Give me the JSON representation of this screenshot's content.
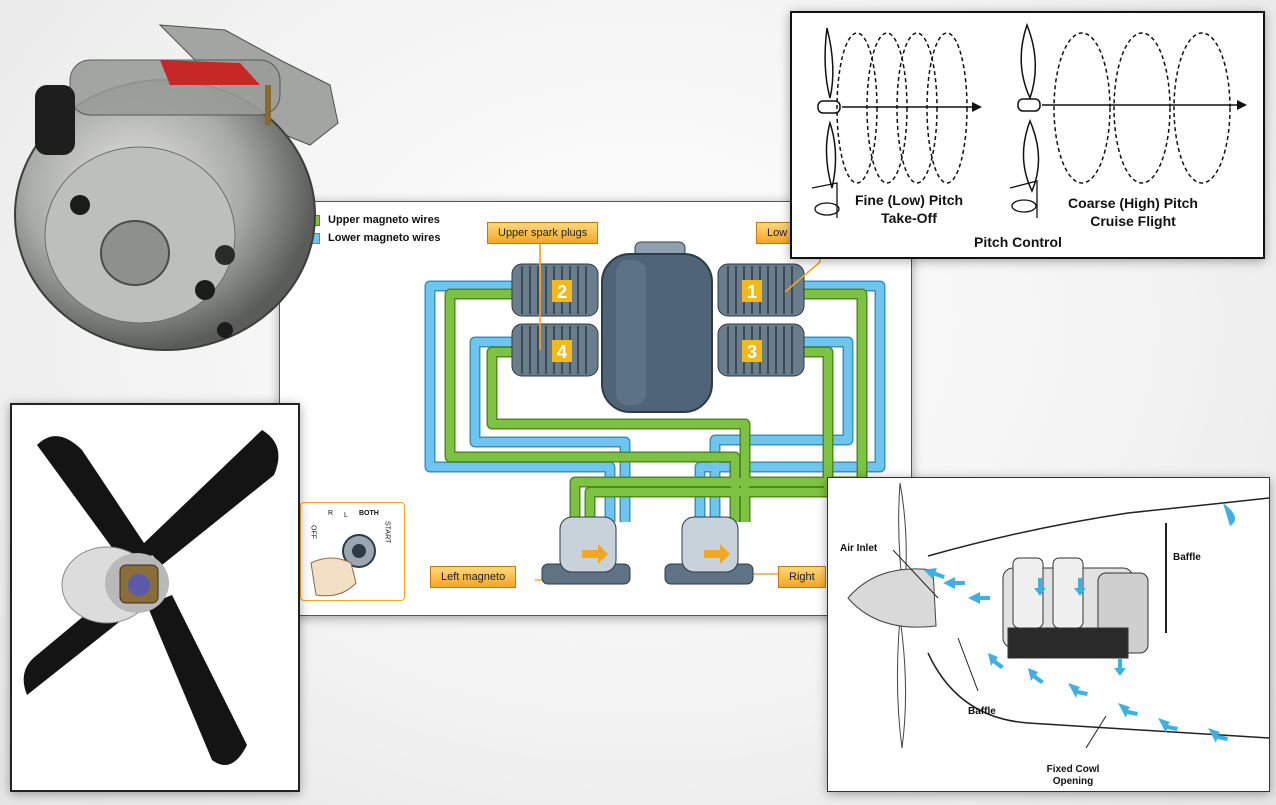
{
  "ignition": {
    "legend": [
      {
        "label": "Upper magneto wires",
        "color": "#7dc242"
      },
      {
        "label": "Lower magneto wires",
        "color": "#6ec6f0"
      }
    ],
    "callouts": {
      "upper_spark_plugs": "Upper spark plugs",
      "lower_spark_plugs_partial": "Low",
      "left_magneto": "Left magneto",
      "right_magneto_partial": "Right"
    },
    "cylinders": [
      "2",
      "1",
      "4",
      "3"
    ],
    "switch_labels": {
      "off": "OFF",
      "r": "R",
      "l": "L",
      "both": "BOTH",
      "start": "START"
    }
  },
  "pitch": {
    "fine_line1": "Fine (Low) Pitch",
    "fine_line2": "Take-Off",
    "coarse_line1": "Coarse (High) Pitch",
    "coarse_line2": "Cruise Flight",
    "title": "Pitch Control"
  },
  "cowling": {
    "air_inlet": "Air Inlet",
    "baffle_top": "Baffle",
    "baffle_bottom": "Baffle",
    "fixed_cowl_line1": "Fixed Cowl",
    "fixed_cowl_line2": "Opening"
  },
  "colors": {
    "upper_wire": "#7dc242",
    "lower_wire": "#6ec6f0",
    "callout": "#f5a623",
    "engine_body": "#4f6577",
    "airflow": "#3fb0e3"
  }
}
